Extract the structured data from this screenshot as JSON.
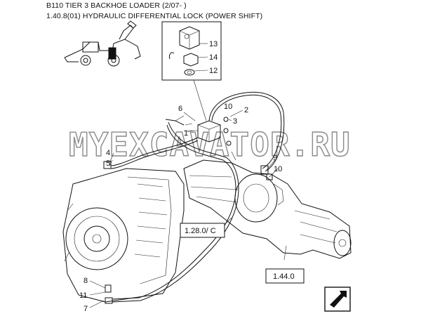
{
  "header": {
    "title": "B110 TIER 3 BACKHOE LOADER (2/07- )",
    "subtitle": "1.40.8(01) HYDRAULIC DIFFERENTIAL LOCK (POWER SHIFT)"
  },
  "watermark": "MYEXCAVATOR.RU",
  "callouts": {
    "c1": "1",
    "c2": "2",
    "c3": "3",
    "c4": "4",
    "c5": "5",
    "c6": "6",
    "c7": "7",
    "c8": "8",
    "c9": "9",
    "c10a": "10",
    "c10b": "10",
    "c11": "11",
    "c12": "12",
    "c13": "13",
    "c14": "14"
  },
  "references": {
    "ref_gearbox": "1.28.0/ C",
    "ref_axle": "1.44.0"
  },
  "icons": [
    "backhoe-loader-icon",
    "next-page-arrow-icon"
  ]
}
